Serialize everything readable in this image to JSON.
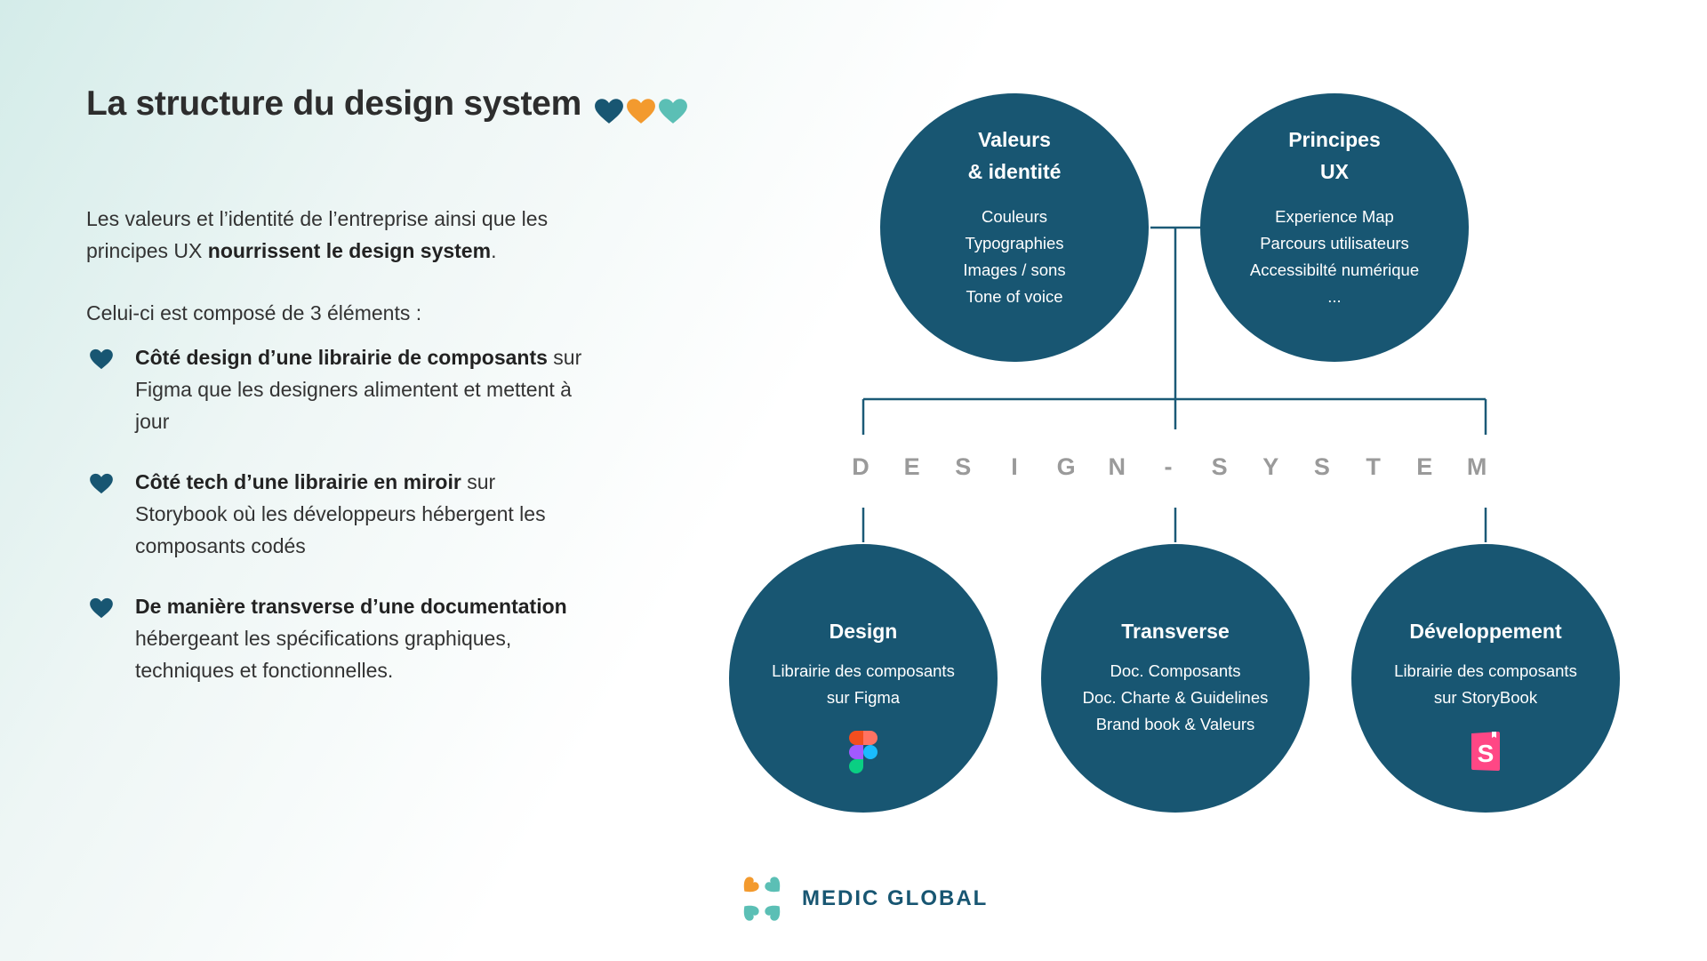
{
  "title": "La structure du design system",
  "colors": {
    "navy": "#185672",
    "orange": "#f39a2e",
    "teal": "#5bbfb5",
    "label_grey": "#9a9a9a"
  },
  "intro": {
    "part1": "Les valeurs et l’identité de l’entreprise ainsi que les principes UX ",
    "bold": "nourrissent le design system",
    "part2": "."
  },
  "composed": "Celui-ci est composé de 3 éléments :",
  "bullets": [
    {
      "icon": "heart-icon",
      "bold": "Côté design d’une librairie de composants",
      "rest": " sur Figma que les designers alimentent et mettent à jour"
    },
    {
      "icon": "heart-icon",
      "bold": "Côté tech d’une librairie en miroir",
      "rest": " sur Storybook où les développeurs hébergent les composants codés"
    },
    {
      "icon": "heart-icon",
      "bold": "De manière transverse d’une documentation",
      "rest": " hébergeant les spécifications graphiques, techniques et fonctionnelles."
    }
  ],
  "top_nodes": [
    {
      "title_lines": [
        "Valeurs",
        "& identité"
      ],
      "items": [
        "Couleurs",
        "Typographies",
        "Images / sons",
        "Tone of voice"
      ]
    },
    {
      "title_lines": [
        "Principes",
        "UX"
      ],
      "items": [
        "Experience Map",
        "Parcours utilisateurs",
        "Accessibilté numérique",
        "..."
      ]
    }
  ],
  "center_label": [
    "D",
    "E",
    "S",
    "I",
    "G",
    "N",
    "-",
    "S",
    "Y",
    "S",
    "T",
    "E",
    "M"
  ],
  "bottom_nodes": [
    {
      "title": "Design",
      "items": [
        "Librairie des composants",
        "sur Figma"
      ],
      "logo": "figma-logo-icon"
    },
    {
      "title": "Transverse",
      "items": [
        "Doc. Composants",
        "Doc. Charte & Guidelines",
        "Brand book & Valeurs"
      ],
      "logo": ""
    },
    {
      "title": "Développement",
      "items": [
        "Librairie des composants",
        "sur StoryBook"
      ],
      "logo": "storybook-logo-icon"
    }
  ],
  "brand": {
    "name": "MEDIC GLOBAL",
    "logo": "medic-global-logo-icon"
  }
}
